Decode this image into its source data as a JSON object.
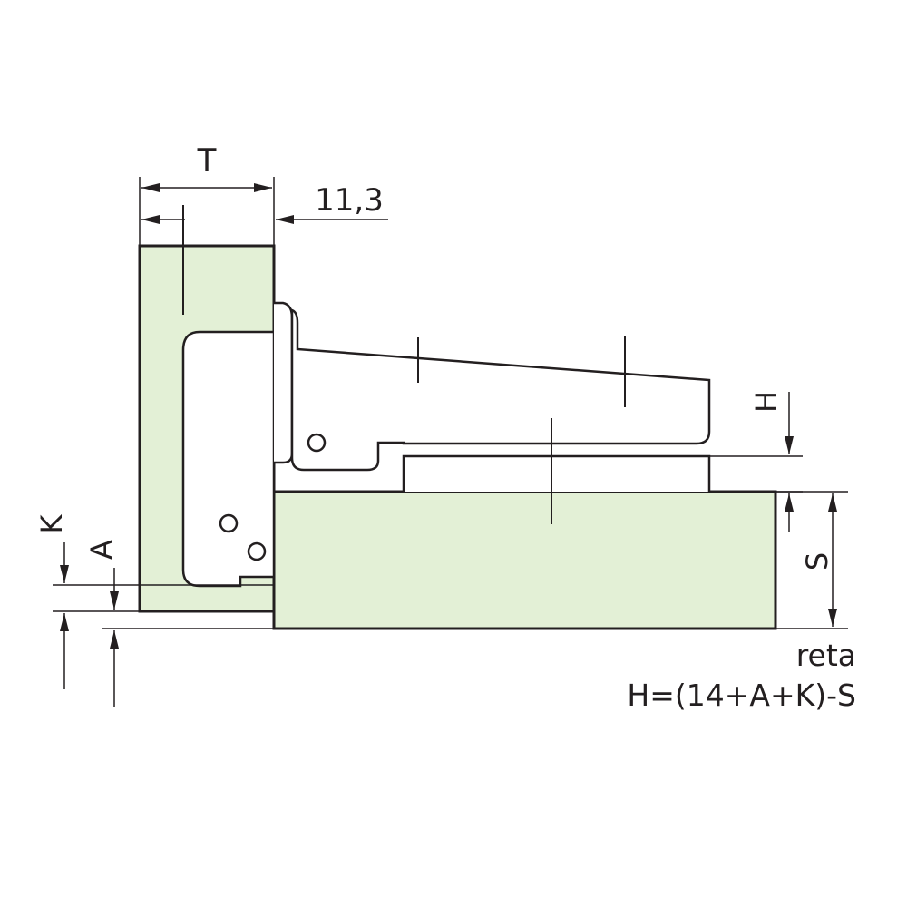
{
  "colors": {
    "panel_fill": "#e3f0d6",
    "line": "#231f20",
    "background": "#ffffff"
  },
  "labels": {
    "T": "T",
    "offset": "11,3",
    "H": "H",
    "K": "K",
    "A": "A",
    "S": "S"
  },
  "caption": {
    "title": "reta",
    "formula": "H=(14+A+K)-S"
  }
}
